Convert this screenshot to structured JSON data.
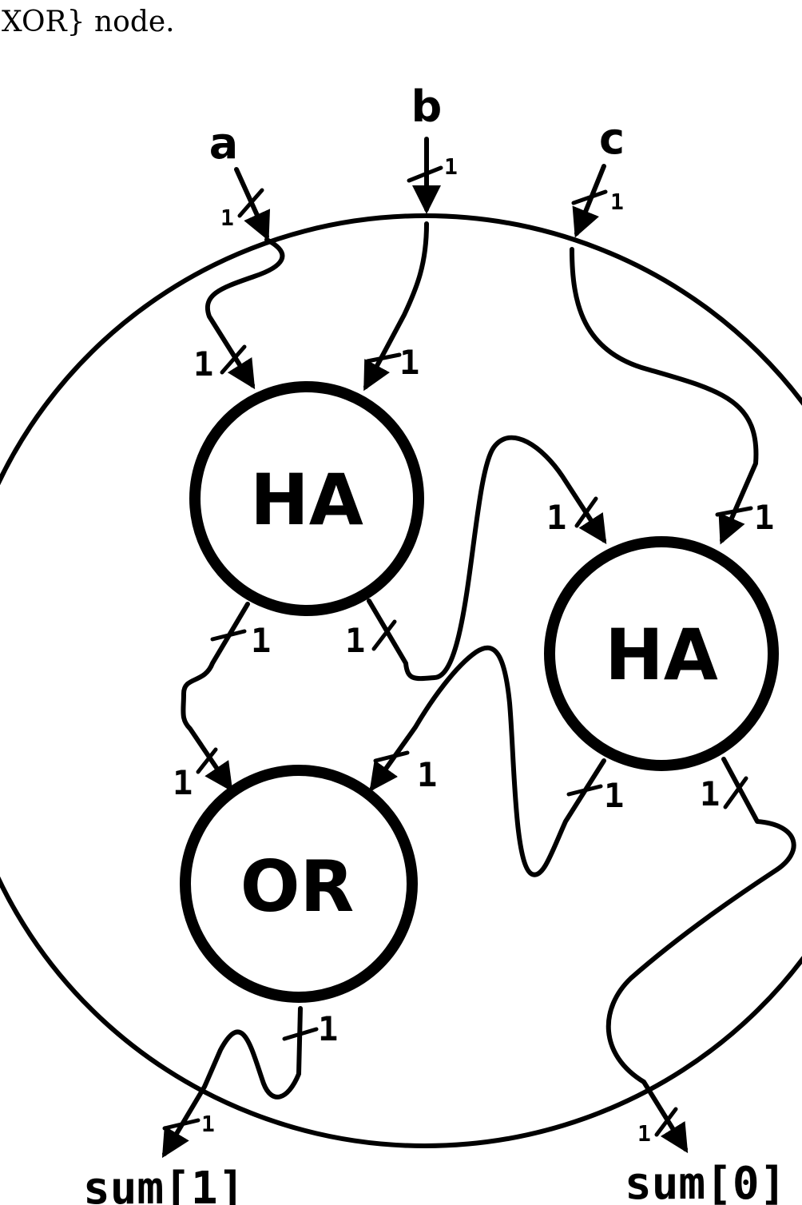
{
  "caption": "XOR} node.",
  "inputs": {
    "a": "a",
    "b": "b",
    "c": "c"
  },
  "nodes": {
    "ha1": "HA",
    "ha2": "HA",
    "or": "OR"
  },
  "outputs": {
    "sum1": "sum[1]",
    "sum0": "sum[0]"
  },
  "widths": {
    "a_in": "1",
    "b_in": "1",
    "c_in": "1",
    "ha1_in_a": "1",
    "ha1_in_b": "1",
    "ha2_in_left": "1",
    "ha2_in_right": "1",
    "ha1_out_left": "1",
    "ha1_out_right": "1",
    "or_in_left": "1",
    "or_in_right": "1",
    "ha2_out_left": "1",
    "ha2_out_right": "1",
    "or_out": "1",
    "sum1_out": "1",
    "sum0_out": "1"
  }
}
